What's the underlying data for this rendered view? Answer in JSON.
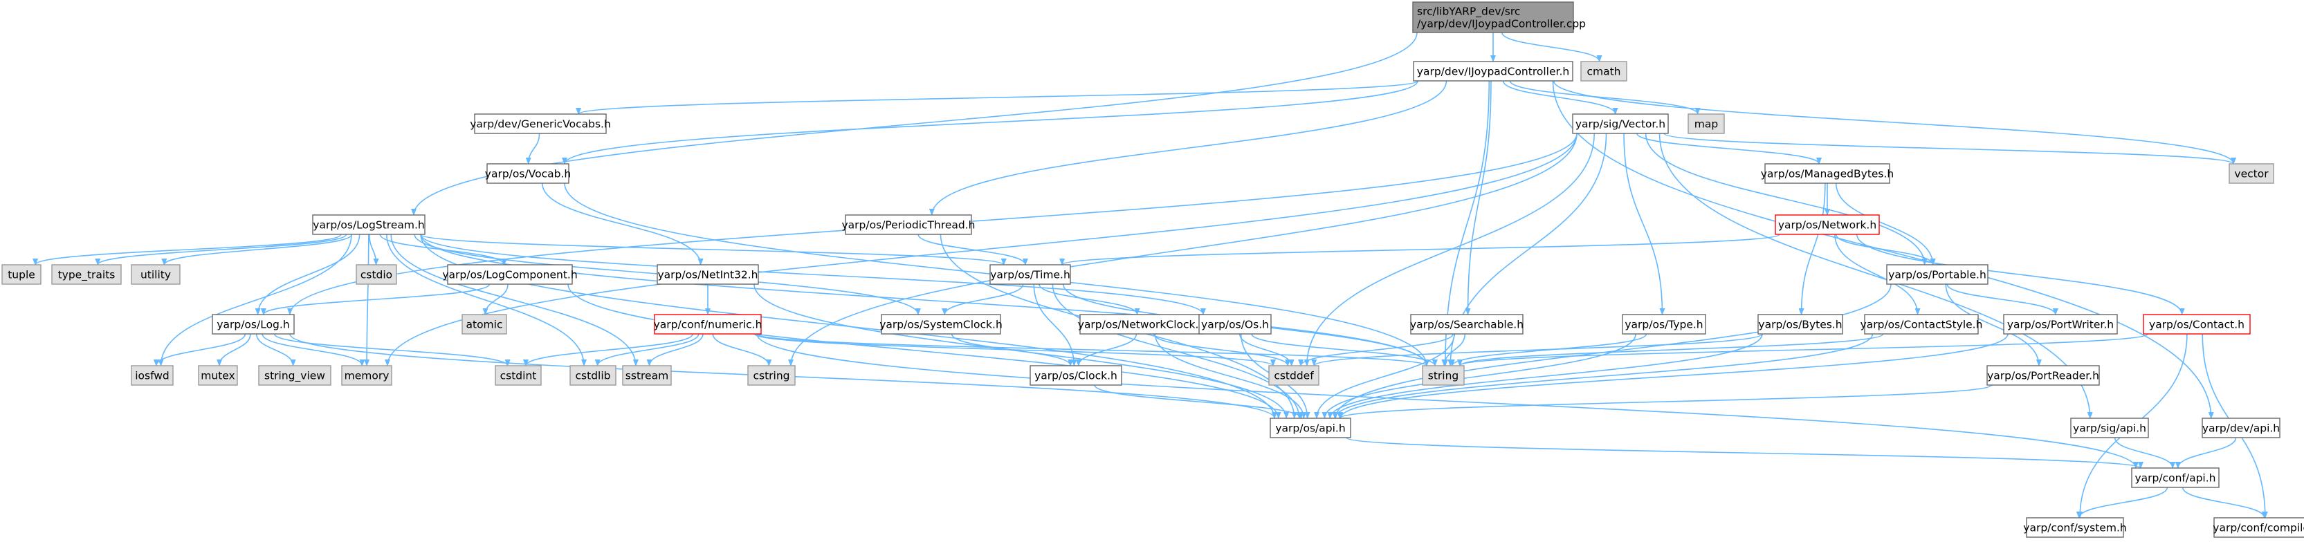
{
  "colors": {
    "background": "#ffffff",
    "edge": "#63b8ff",
    "root_fill": "#999999",
    "root_stroke": "#666666",
    "node_fill": "#ffffff",
    "node_stroke": "#666666",
    "external_fill": "#e0e0e0",
    "external_stroke": "#999999",
    "truncated_stroke": "#ff0000"
  },
  "nodes": [
    {
      "id": "root",
      "lines": [
        "src/libYARP_dev/src",
        "/yarp/dev/IJoypadController.cpp"
      ],
      "kind": "root"
    },
    {
      "id": "cmath",
      "lines": [
        "cmath"
      ],
      "kind": "external"
    },
    {
      "id": "ijoypad_h",
      "lines": [
        "yarp/dev/IJoypadController.h"
      ],
      "kind": "normal"
    },
    {
      "id": "logstream",
      "lines": [
        "yarp/os/LogStream.h"
      ],
      "kind": "normal"
    },
    {
      "id": "genericvocabs",
      "lines": [
        "yarp/dev/GenericVocabs.h"
      ],
      "kind": "normal"
    },
    {
      "id": "map",
      "lines": [
        "map"
      ],
      "kind": "external"
    },
    {
      "id": "vector_h",
      "lines": [
        "yarp/sig/Vector.h"
      ],
      "kind": "normal"
    },
    {
      "id": "vector",
      "lines": [
        "vector"
      ],
      "kind": "external"
    },
    {
      "id": "vocab",
      "lines": [
        "yarp/os/Vocab.h"
      ],
      "kind": "normal"
    },
    {
      "id": "managedbytes",
      "lines": [
        "yarp/os/ManagedBytes.h"
      ],
      "kind": "normal"
    },
    {
      "id": "network",
      "lines": [
        "yarp/os/Network.h"
      ],
      "kind": "truncated"
    },
    {
      "id": "periodicthread",
      "lines": [
        "yarp/os/PeriodicThread.h"
      ],
      "kind": "normal"
    },
    {
      "id": "tuple",
      "lines": [
        "tuple"
      ],
      "kind": "external"
    },
    {
      "id": "type_traits",
      "lines": [
        "type_traits"
      ],
      "kind": "external"
    },
    {
      "id": "utility",
      "lines": [
        "utility"
      ],
      "kind": "external"
    },
    {
      "id": "cstdio",
      "lines": [
        "cstdio"
      ],
      "kind": "external"
    },
    {
      "id": "logcomponent",
      "lines": [
        "yarp/os/LogComponent.h"
      ],
      "kind": "normal"
    },
    {
      "id": "netint32",
      "lines": [
        "yarp/os/NetInt32.h"
      ],
      "kind": "normal"
    },
    {
      "id": "time",
      "lines": [
        "yarp/os/Time.h"
      ],
      "kind": "normal"
    },
    {
      "id": "portable",
      "lines": [
        "yarp/os/Portable.h"
      ],
      "kind": "normal"
    },
    {
      "id": "atomic",
      "lines": [
        "atomic"
      ],
      "kind": "external"
    },
    {
      "id": "log",
      "lines": [
        "yarp/os/Log.h"
      ],
      "kind": "normal"
    },
    {
      "id": "numeric",
      "lines": [
        "yarp/conf/numeric.h"
      ],
      "kind": "truncated"
    },
    {
      "id": "systemclock",
      "lines": [
        "yarp/os/SystemClock.h"
      ],
      "kind": "normal"
    },
    {
      "id": "networkclock",
      "lines": [
        "yarp/os/NetworkClock.h"
      ],
      "kind": "normal"
    },
    {
      "id": "os_h",
      "lines": [
        "yarp/os/Os.h"
      ],
      "kind": "normal"
    },
    {
      "id": "searchable",
      "lines": [
        "yarp/os/Searchable.h"
      ],
      "kind": "normal"
    },
    {
      "id": "type_h",
      "lines": [
        "yarp/os/Type.h"
      ],
      "kind": "normal"
    },
    {
      "id": "bytes",
      "lines": [
        "yarp/os/Bytes.h"
      ],
      "kind": "normal"
    },
    {
      "id": "contactstyle",
      "lines": [
        "yarp/os/ContactStyle.h"
      ],
      "kind": "normal"
    },
    {
      "id": "portwriter",
      "lines": [
        "yarp/os/PortWriter.h"
      ],
      "kind": "normal"
    },
    {
      "id": "contact",
      "lines": [
        "yarp/os/Contact.h"
      ],
      "kind": "truncated"
    },
    {
      "id": "iosfwd",
      "lines": [
        "iosfwd"
      ],
      "kind": "external"
    },
    {
      "id": "mutex",
      "lines": [
        "mutex"
      ],
      "kind": "external"
    },
    {
      "id": "string_view",
      "lines": [
        "string_view"
      ],
      "kind": "external"
    },
    {
      "id": "memory",
      "lines": [
        "memory"
      ],
      "kind": "external"
    },
    {
      "id": "cstdint",
      "lines": [
        "cstdint"
      ],
      "kind": "external"
    },
    {
      "id": "cstdlib",
      "lines": [
        "cstdlib"
      ],
      "kind": "external"
    },
    {
      "id": "sstream",
      "lines": [
        "sstream"
      ],
      "kind": "external"
    },
    {
      "id": "cstring",
      "lines": [
        "cstring"
      ],
      "kind": "external"
    },
    {
      "id": "clock",
      "lines": [
        "yarp/os/Clock.h"
      ],
      "kind": "normal"
    },
    {
      "id": "cstddef",
      "lines": [
        "cstddef"
      ],
      "kind": "external"
    },
    {
      "id": "string",
      "lines": [
        "string"
      ],
      "kind": "external"
    },
    {
      "id": "portreader",
      "lines": [
        "yarp/os/PortReader.h"
      ],
      "kind": "normal"
    },
    {
      "id": "os_api",
      "lines": [
        "yarp/os/api.h"
      ],
      "kind": "normal"
    },
    {
      "id": "sig_api",
      "lines": [
        "yarp/sig/api.h"
      ],
      "kind": "normal"
    },
    {
      "id": "dev_api",
      "lines": [
        "yarp/dev/api.h"
      ],
      "kind": "normal"
    },
    {
      "id": "conf_api",
      "lines": [
        "yarp/conf/api.h"
      ],
      "kind": "normal"
    },
    {
      "id": "conf_system",
      "lines": [
        "yarp/conf/system.h"
      ],
      "kind": "normal"
    },
    {
      "id": "conf_compiler",
      "lines": [
        "yarp/conf/compiler.h"
      ],
      "kind": "normal"
    }
  ],
  "edges": [
    [
      "root",
      "cmath"
    ],
    [
      "root",
      "ijoypad_h"
    ],
    [
      "root",
      "logstream"
    ],
    [
      "ijoypad_h",
      "genericvocabs"
    ],
    [
      "ijoypad_h",
      "vocab"
    ],
    [
      "ijoypad_h",
      "vector_h"
    ],
    [
      "ijoypad_h",
      "map"
    ],
    [
      "ijoypad_h",
      "vector"
    ],
    [
      "ijoypad_h",
      "periodicthread"
    ],
    [
      "ijoypad_h",
      "searchable"
    ],
    [
      "ijoypad_h",
      "string"
    ],
    [
      "ijoypad_h",
      "dev_api"
    ],
    [
      "genericvocabs",
      "vocab"
    ],
    [
      "vocab",
      "netint32"
    ],
    [
      "vocab",
      "string"
    ],
    [
      "vector_h",
      "managedbytes"
    ],
    [
      "vector_h",
      "vector"
    ],
    [
      "vector_h",
      "type_h"
    ],
    [
      "vector_h",
      "portable"
    ],
    [
      "vector_h",
      "log"
    ],
    [
      "vector_h",
      "memory"
    ],
    [
      "vector_h",
      "cstring"
    ],
    [
      "vector_h",
      "cstddef"
    ],
    [
      "vector_h",
      "string"
    ],
    [
      "vector_h",
      "sig_api"
    ],
    [
      "managedbytes",
      "network"
    ],
    [
      "managedbytes",
      "bytes"
    ],
    [
      "managedbytes",
      "portable"
    ],
    [
      "network",
      "time"
    ],
    [
      "network",
      "portable"
    ],
    [
      "network",
      "contactstyle"
    ],
    [
      "network",
      "contact"
    ],
    [
      "periodicthread",
      "time"
    ],
    [
      "periodicthread",
      "os_api"
    ],
    [
      "logstream",
      "tuple"
    ],
    [
      "logstream",
      "type_traits"
    ],
    [
      "logstream",
      "utility"
    ],
    [
      "logstream",
      "cstdio"
    ],
    [
      "logstream",
      "logcomponent"
    ],
    [
      "logstream",
      "log"
    ],
    [
      "logstream",
      "time"
    ],
    [
      "logstream",
      "systemclock"
    ],
    [
      "logstream",
      "os_h"
    ],
    [
      "logstream",
      "iosfwd"
    ],
    [
      "logstream",
      "memory"
    ],
    [
      "logstream",
      "cstdlib"
    ],
    [
      "logstream",
      "sstream"
    ],
    [
      "logstream",
      "string"
    ],
    [
      "logstream",
      "os_api"
    ],
    [
      "logcomponent",
      "log"
    ],
    [
      "logcomponent",
      "atomic"
    ],
    [
      "logcomponent",
      "os_api"
    ],
    [
      "log",
      "iosfwd"
    ],
    [
      "log",
      "mutex"
    ],
    [
      "log",
      "string_view"
    ],
    [
      "log",
      "memory"
    ],
    [
      "log",
      "cstdint"
    ],
    [
      "log",
      "os_api"
    ],
    [
      "netint32",
      "numeric"
    ],
    [
      "netint32",
      "os_api"
    ],
    [
      "numeric",
      "cstdint"
    ],
    [
      "numeric",
      "cstdlib"
    ],
    [
      "numeric",
      "sstream"
    ],
    [
      "numeric",
      "cstring"
    ],
    [
      "numeric",
      "cstddef"
    ],
    [
      "numeric",
      "string"
    ],
    [
      "numeric",
      "conf_api"
    ],
    [
      "time",
      "systemclock"
    ],
    [
      "time",
      "networkclock"
    ],
    [
      "time",
      "clock"
    ],
    [
      "time",
      "string"
    ],
    [
      "time",
      "os_api"
    ],
    [
      "systemclock",
      "clock"
    ],
    [
      "networkclock",
      "clock"
    ],
    [
      "networkclock",
      "os_api"
    ],
    [
      "networkclock",
      "cstddef"
    ],
    [
      "clock",
      "os_api"
    ],
    [
      "os_h",
      "cstddef"
    ],
    [
      "os_h",
      "string"
    ],
    [
      "os_h",
      "os_api"
    ],
    [
      "searchable",
      "cstddef"
    ],
    [
      "searchable",
      "string"
    ],
    [
      "searchable",
      "os_api"
    ],
    [
      "type_h",
      "string"
    ],
    [
      "type_h",
      "os_api"
    ],
    [
      "bytes",
      "cstddef"
    ],
    [
      "bytes",
      "os_api"
    ],
    [
      "contactstyle",
      "string"
    ],
    [
      "contactstyle",
      "os_api"
    ],
    [
      "portable",
      "portwriter"
    ],
    [
      "portable",
      "portreader"
    ],
    [
      "portable",
      "os_api"
    ],
    [
      "portwriter",
      "os_api"
    ],
    [
      "portreader",
      "os_api"
    ],
    [
      "contact",
      "string"
    ],
    [
      "contact",
      "conf_system"
    ],
    [
      "contact",
      "conf_compiler"
    ],
    [
      "os_api",
      "conf_api"
    ],
    [
      "sig_api",
      "conf_api"
    ],
    [
      "dev_api",
      "conf_api"
    ],
    [
      "conf_api",
      "conf_system"
    ],
    [
      "conf_api",
      "conf_compiler"
    ]
  ]
}
